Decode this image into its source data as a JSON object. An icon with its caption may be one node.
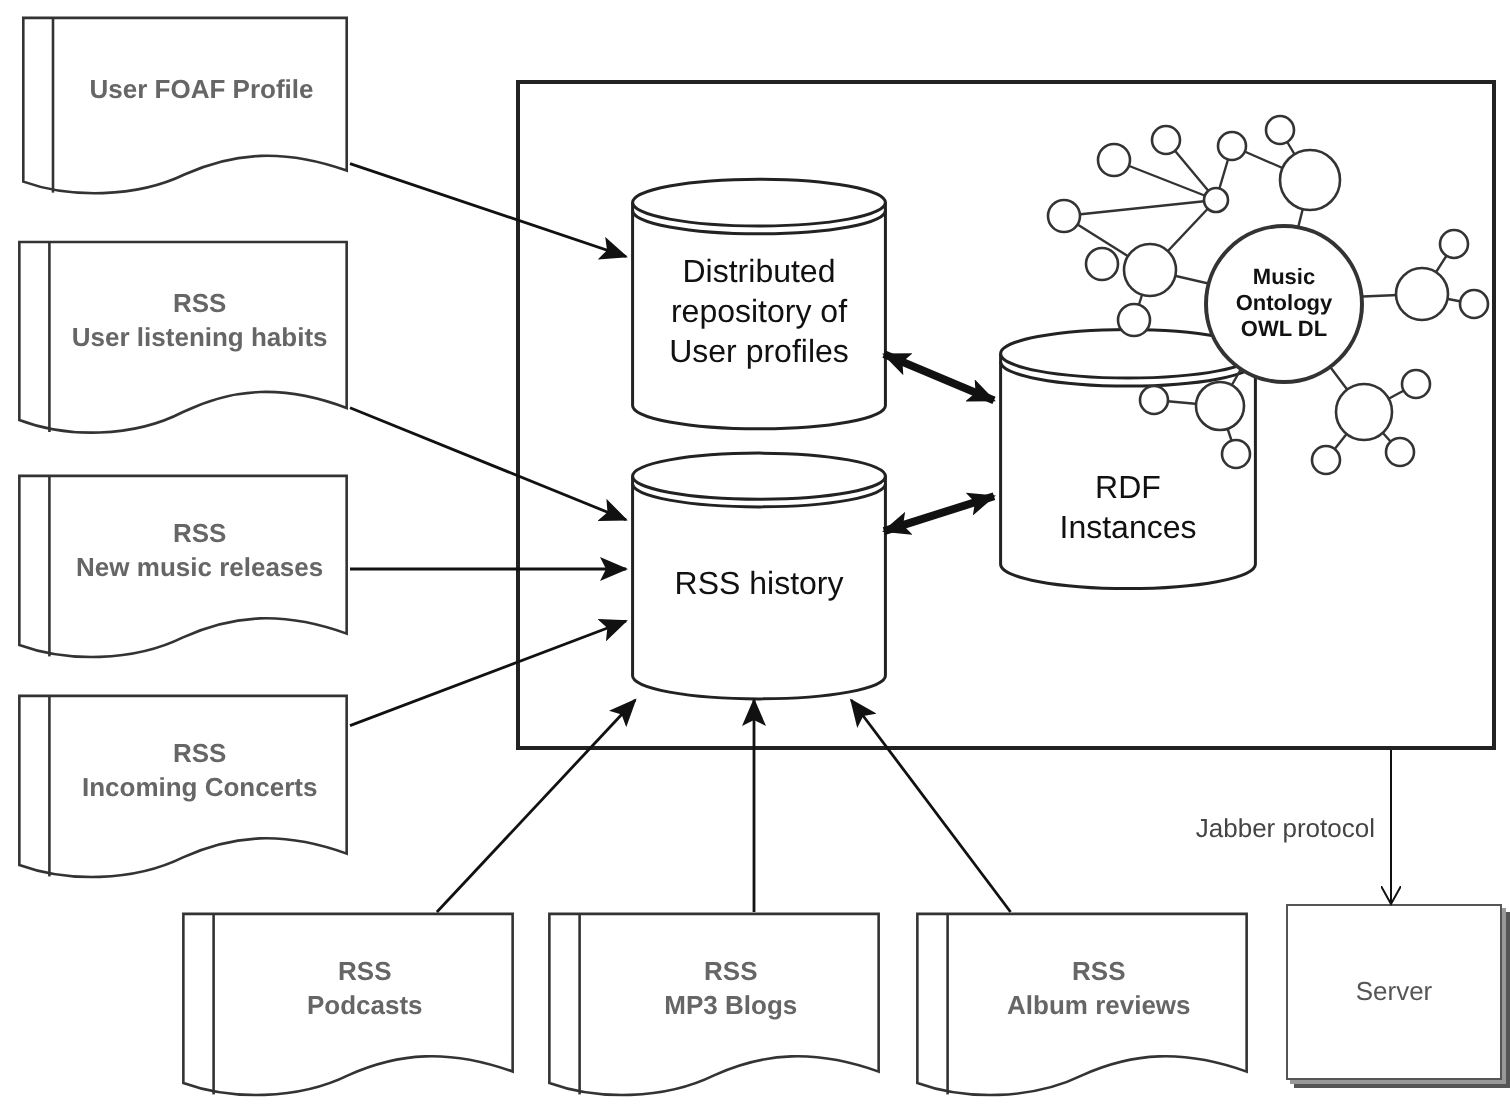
{
  "diagram": {
    "nodes": [
      {
        "text": [
          "User FOAF Profile"
        ]
      },
      {
        "text": [
          "RSS",
          "User listening habits"
        ]
      },
      {
        "text": [
          "RSS",
          "New music releases"
        ]
      },
      {
        "text": [
          "RSS",
          "Incoming Concerts"
        ]
      },
      {
        "text": [],
        "shape": "box"
      },
      {
        "text": [
          "Distributed repository of User profiles"
        ],
        "in": 4
      },
      {
        "text": [
          "RSS history"
        ],
        "in": 4
      },
      {
        "text": [
          "RDF Instances"
        ],
        "in": 4
      },
      {
        "text": [
          "Music Ontology OWL DL"
        ],
        "in": 4
      },
      {
        "text": [
          "RSS",
          "Podcasts"
        ]
      },
      {
        "text": [
          "RSS",
          "MP3 Blogs"
        ]
      },
      {
        "text": [
          "RSS",
          "Album reviews"
        ]
      },
      {
        "text": [
          "Server"
        ]
      }
    ],
    "edges": [
      {
        "from": 0,
        "to": 5,
        "arrow": "to"
      },
      {
        "from": 1,
        "to": 6,
        "arrow": "to"
      },
      {
        "from": 2,
        "to": 6,
        "arrow": "to"
      },
      {
        "from": 3,
        "to": 6,
        "arrow": "to"
      },
      {
        "from": 5,
        "to": 7,
        "arrow": "both",
        "style": "thick"
      },
      {
        "from": 6,
        "to": 7,
        "arrow": "both",
        "style": "thick"
      },
      {
        "from": 9,
        "to": 6,
        "arrow": "to"
      },
      {
        "from": 10,
        "to": 6,
        "arrow": "to"
      },
      {
        "from": 11,
        "to": 6,
        "arrow": "to"
      },
      {
        "from": 4,
        "to": 12,
        "arrow": "to",
        "label": "Jabber protocol"
      }
    ]
  }
}
